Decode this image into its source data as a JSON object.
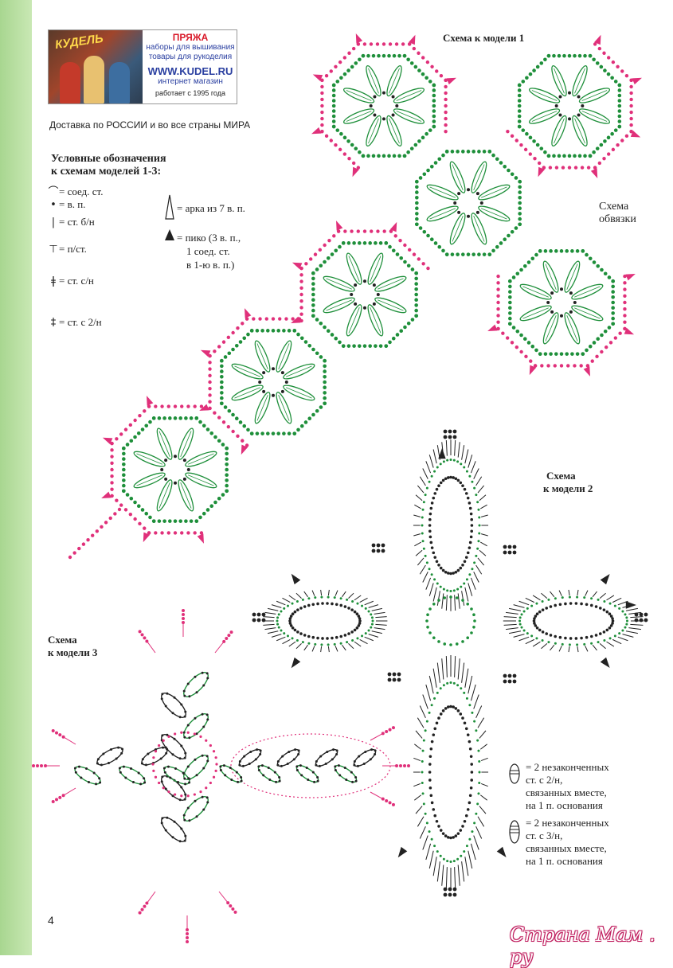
{
  "ad": {
    "brand": "КУДЕЛЬ",
    "line1": "ПРЯЖА",
    "line2": "наборы для вышивания",
    "line3": "товары для рукоделия",
    "site": "WWW.KUDEL.RU",
    "shop": "интернет магазин",
    "since": "работает с 1995 года",
    "delivery": "Доставка по РОССИИ и во все страны МИРА"
  },
  "legend": {
    "title1": "Условные обозначения",
    "title2": "к схемам моделей 1-3:",
    "items": [
      {
        "symbol": "⌒",
        "text": "= соед. ст."
      },
      {
        "symbol": "•",
        "text": "= в. п."
      },
      {
        "symbol": "|",
        "text": "= ст. б/н"
      },
      {
        "symbol": "⊤",
        "text": "= п/ст."
      },
      {
        "symbol": "ǂ",
        "text": "= ст. с/н"
      },
      {
        "symbol": "‡",
        "text": "= ст. с 2/н"
      }
    ],
    "arch_text": "= арка из 7 в. п.",
    "picot_lines": [
      "= пико (3 в. п.,",
      "1 соед. ст.",
      "в 1-ю в. п.)"
    ]
  },
  "headings": {
    "model1": "Схема к модели 1",
    "edging_1": "Схема",
    "edging_2": "обвязки",
    "model2_1": "Схема",
    "model2_2": "к модели 2",
    "model3_1": "Схема",
    "model3_2": "к модели 3"
  },
  "notes": {
    "n1": [
      "= 2 незаконченных",
      "ст. с 2/н,",
      "связанных вместе,",
      "на 1 п. основания"
    ],
    "n2": [
      "= 2 незаконченных",
      "ст. с 3/н,",
      "связанных вместе,",
      "на 1 п. основания"
    ]
  },
  "page_number": "4",
  "watermark": "Страна Мам . ру",
  "colors": {
    "green": "#1e8f3a",
    "pink": "#e0307a",
    "black": "#222222",
    "strip": "#b5de9d"
  },
  "icons": {
    "arch": "arch-icon",
    "picot": "picot-icon"
  }
}
